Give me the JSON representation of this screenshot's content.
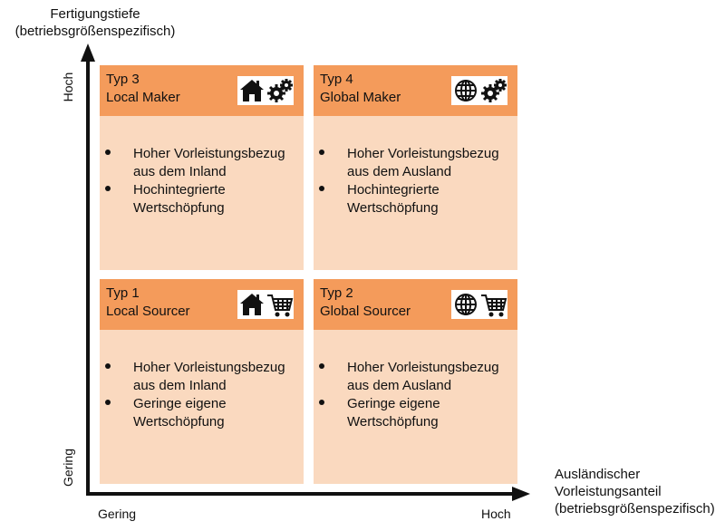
{
  "axes": {
    "y_title": [
      "Fertigungstiefe",
      "(betriebsgrößenspezifisch)"
    ],
    "y_high": "Hoch",
    "y_low": "Gering",
    "x_title": [
      "Ausländischer",
      "Vorleistungsanteil",
      "(betriebsgrößenspezifisch)"
    ],
    "x_low": "Gering",
    "x_high": "Hoch"
  },
  "quadrants": {
    "q3": {
      "type": "Typ 3",
      "name": "Local Maker",
      "icons": [
        "house-icon",
        "gears-icon"
      ],
      "bullets": [
        [
          "Hoher Vorleistungsbezug",
          "aus dem Inland"
        ],
        [
          "Hochintegrierte",
          "Wertschöpfung"
        ]
      ]
    },
    "q4": {
      "type": "Typ 4",
      "name": "Global Maker",
      "icons": [
        "globe-icon",
        "gears-icon"
      ],
      "bullets": [
        [
          "Hoher Vorleistungsbezug",
          "aus dem Ausland"
        ],
        [
          "Hochintegrierte",
          "Wertschöpfung"
        ]
      ]
    },
    "q1": {
      "type": "Typ 1",
      "name": "Local Sourcer",
      "icons": [
        "house-icon",
        "shopping-cart-icon"
      ],
      "bullets": [
        [
          "Hoher Vorleistungsbezug",
          "aus dem Inland"
        ],
        [
          "Geringe eigene",
          "Wertschöpfung"
        ]
      ]
    },
    "q2": {
      "type": "Typ 2",
      "name": "Global Sourcer",
      "icons": [
        "globe-icon",
        "shopping-cart-icon"
      ],
      "bullets": [
        [
          "Hoher Vorleistungsbezug",
          "aus dem Ausland"
        ],
        [
          "Geringe eigene",
          "Wertschöpfung"
        ]
      ]
    }
  },
  "colors": {
    "header": "#f49b5b",
    "body": "#fad9bf",
    "axis": "#111111"
  }
}
